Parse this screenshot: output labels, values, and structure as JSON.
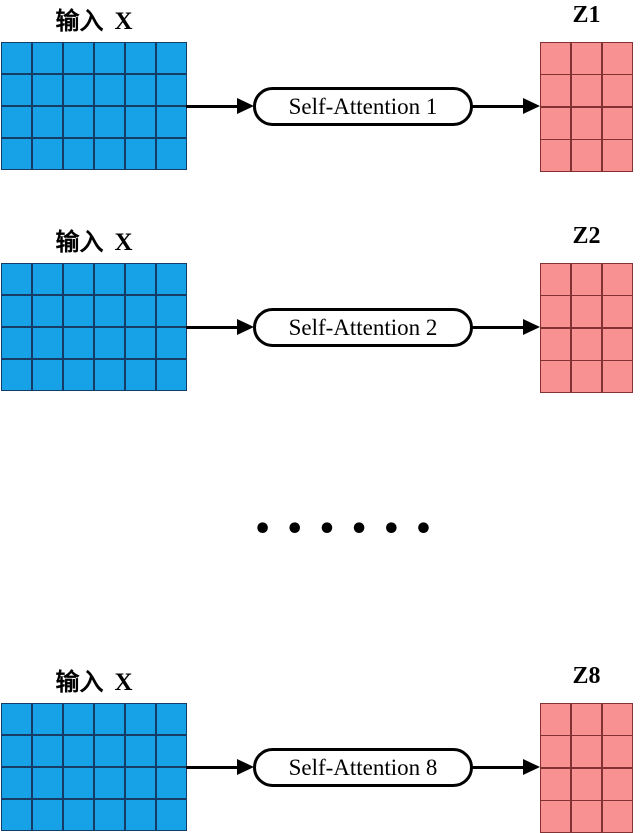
{
  "page": {
    "background": "#ffffff"
  },
  "colors": {
    "page_bg": "#ffffff",
    "input_fill": "#17a2e8",
    "input_line": "#143c64",
    "output_fill": "#f89191",
    "output_line": "#823232",
    "arrow": "#000000",
    "pill_fill": "#ffffff",
    "pill_border": "#000000",
    "text": "#000000"
  },
  "rows": [
    {
      "input_label_cn": "输入",
      "input_label_var": "X",
      "attention_label": "Self-Attention 1",
      "output_label": "Z1",
      "input_matrix": {
        "rows": 4,
        "cols": 6
      },
      "output_matrix": {
        "rows": 4,
        "cols": 3
      }
    },
    {
      "input_label_cn": "输入",
      "input_label_var": "X",
      "attention_label": "Self-Attention 2",
      "output_label": "Z2",
      "input_matrix": {
        "rows": 4,
        "cols": 6
      },
      "output_matrix": {
        "rows": 4,
        "cols": 3
      }
    },
    {
      "input_label_cn": "输入",
      "input_label_var": "X",
      "attention_label": "Self-Attention 8",
      "output_label": "Z8",
      "input_matrix": {
        "rows": 4,
        "cols": 6
      },
      "output_matrix": {
        "rows": 4,
        "cols": 3
      }
    }
  ],
  "ellipsis": "••••••"
}
